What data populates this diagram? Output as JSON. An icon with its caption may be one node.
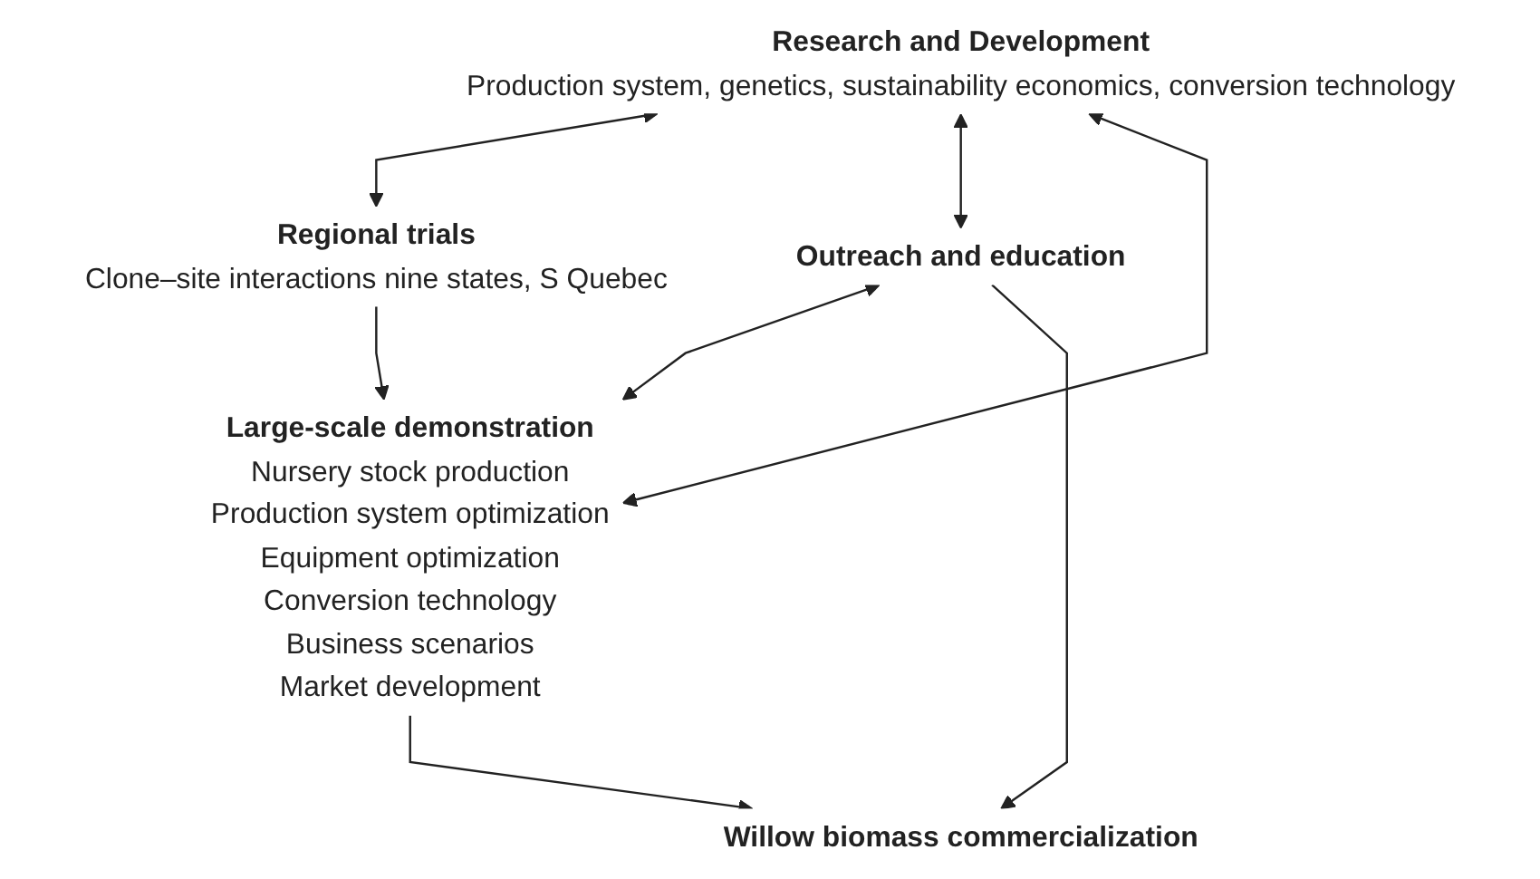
{
  "diagram": {
    "nodes": [
      {
        "text": [
          "Research and Development",
          "Production system, genetics, sustainability economics, conversion technology"
        ]
      },
      {
        "text": [
          "Regional trials",
          "Clone–site interactions nine states, S Quebec"
        ]
      },
      {
        "text": [
          "Outreach and education"
        ]
      },
      {
        "text": [
          "Large-scale demonstration",
          "Nursery stock production",
          "Production system optimization",
          "Equipment optimization",
          "Conversion technology",
          "Business scenarios",
          "Market development"
        ]
      },
      {
        "text": [
          "Willow biomass commercialization"
        ]
      }
    ],
    "edges": [
      {
        "from": 0,
        "to": 1,
        "arrow": "both"
      },
      {
        "from": 0,
        "to": 2,
        "arrow": "both"
      },
      {
        "from": 0,
        "to": 3,
        "arrow": "both"
      },
      {
        "from": 1,
        "to": 3,
        "arrow": "to"
      },
      {
        "from": 2,
        "to": 3,
        "arrow": "both"
      },
      {
        "from": 2,
        "to": 4,
        "arrow": "to"
      },
      {
        "from": 3,
        "to": 4,
        "arrow": "to"
      }
    ]
  }
}
